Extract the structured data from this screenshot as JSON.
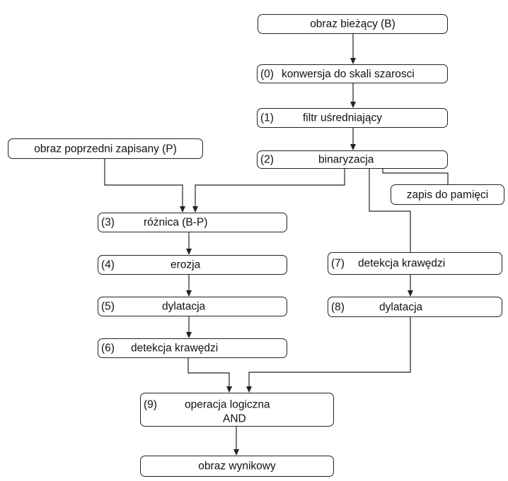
{
  "boxes": {
    "current_image": "obraz bieżący (B)",
    "grayscale": {
      "num": "(0)",
      "text": "konwersja do skali szarosci"
    },
    "averaging_filter": {
      "num": "(1)",
      "text": "filtr uśredniający"
    },
    "previous_image": "obraz poprzedni zapisany (P)",
    "binarization": {
      "num": "(2)",
      "text": "binaryzacja"
    },
    "save_to_memory": "zapis do pamięci",
    "difference": {
      "num": "(3)",
      "text": "różnica  (B-P)"
    },
    "erosion": {
      "num": "(4)",
      "text": "erozja"
    },
    "dilation_left": {
      "num": "(5)",
      "text": "dylatacja"
    },
    "edge_detection_left": {
      "num": "(6)",
      "text": "detekcja krawędzi"
    },
    "edge_detection_right": {
      "num": "(7)",
      "text": "detekcja krawędzi"
    },
    "dilation_right": {
      "num": "(8)",
      "text": "dylatacja"
    },
    "logical_and": {
      "num": "(9)",
      "text_line1": "operacja logiczna",
      "text_line2": "AND"
    },
    "result_image": "obraz wynikowy"
  }
}
